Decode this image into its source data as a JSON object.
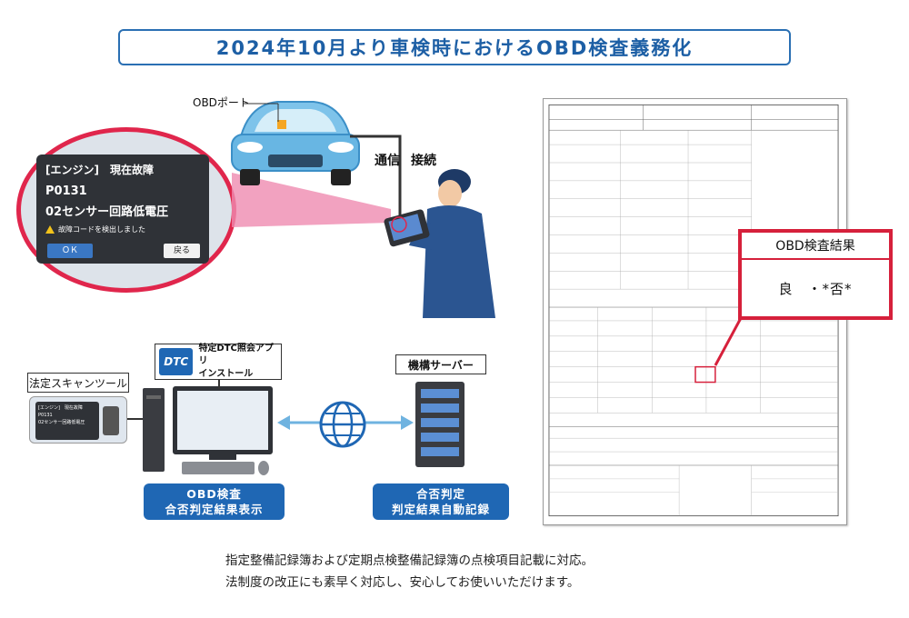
{
  "title": "2024年10月より車検時におけるOBD検査義務化",
  "labels": {
    "obd_port": "OBDポート",
    "communication": "通信",
    "connection": "接続",
    "legal_scan_tool": "法定スキャンツール",
    "agency_server": "機構サーバー",
    "dtc_badge": "DTC",
    "dtc_app_line1": "特定DTC照会アプリ",
    "dtc_app_line2": "インストール"
  },
  "scan_screen": {
    "line1": "[エンジン]　現在故障",
    "line2": "P0131",
    "line3": "02センサー回路低電圧",
    "line4": "故障コードを検出しました",
    "ok_button": "ＯＫ",
    "back_button": "戻る"
  },
  "mini_scan": {
    "line1": "[エンジン]　現在故障",
    "line2": "P0131",
    "line3": "02センサー回路低電圧"
  },
  "obd_result": {
    "header": "OBD検査結果",
    "value": "良　・*否*"
  },
  "buttons": {
    "obd_line1": "OBD検査",
    "obd_line2": "合否判定結果表示",
    "judge_line1": "合否判定",
    "judge_line2": "判定結果自動記録"
  },
  "footer": {
    "line1": "指定整備記録簿および定期点検整備記録簿の点検項目記載に対応。",
    "line2": "法制度の改正にも素早く対応し、安心してお使いいただけます。"
  },
  "colors": {
    "title_blue": "#1d5fa5",
    "button_blue": "#1f67b4",
    "accent_red": "#d6203b",
    "magenta": "#e0264c"
  }
}
